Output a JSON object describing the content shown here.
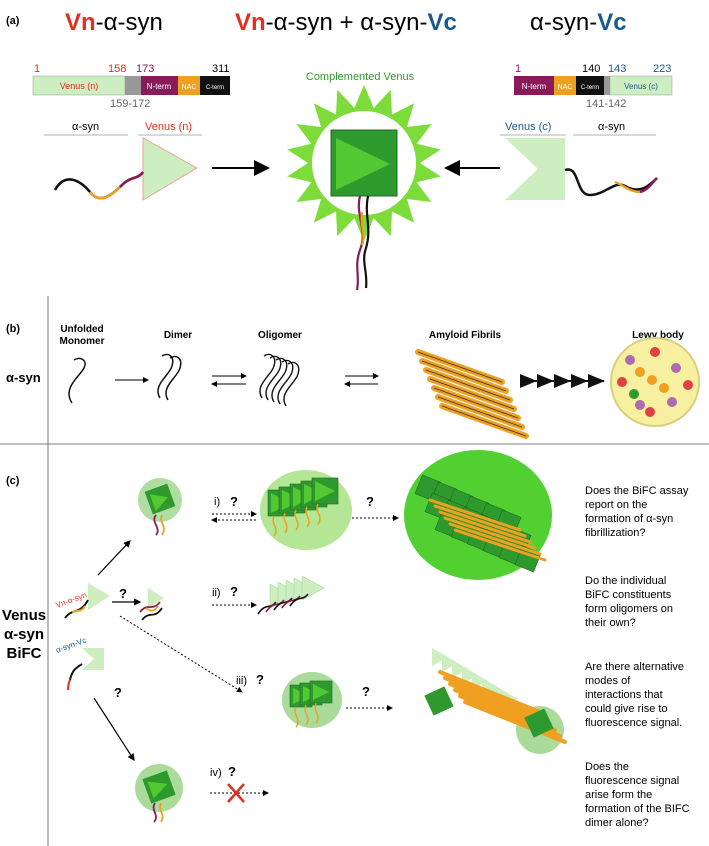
{
  "panel_a": {
    "label": "(a)",
    "title_left_prefix": "Vn",
    "title_left_suffix": "-α-syn",
    "title_mid_prefix": "Vn",
    "title_mid_middle": "-α-syn + α-syn-",
    "title_mid_suffix": "Vc",
    "title_right_prefix": "α-syn-",
    "title_right_suffix": "Vc",
    "left_construct": {
      "n1": "1",
      "n158": "158",
      "n173": "173",
      "n311": "311",
      "seg_venus": "Venus (n)",
      "seg_nterm": "N-term",
      "seg_nac": "NAC",
      "seg_cterm": "C-term",
      "linker": "159-172"
    },
    "right_construct": {
      "n1": "1",
      "n140": "140",
      "n143": "143",
      "n223": "223",
      "seg_nterm": "N-term",
      "seg_nac": "NAC",
      "seg_cterm": "C-term",
      "seg_venus": "Venus (c)",
      "linker": "141-142"
    },
    "left_labels": {
      "asyn": "α-syn",
      "venus": "Venus (n)"
    },
    "right_labels": {
      "venus": "Venus (c)",
      "asyn": "α-syn"
    },
    "complemented": "Complemented Venus"
  },
  "panel_b": {
    "label": "(b)",
    "row_label": "α-syn",
    "stages": [
      "Unfolded\nMonomer",
      "Dimer",
      "Oligomer",
      "Amyloid Fibrils",
      "Lewy body"
    ]
  },
  "panel_c": {
    "label": "(c)",
    "side_label": [
      "Venus",
      "α-syn",
      "BiFC"
    ],
    "vn_label": "Vn-α-syn",
    "vc_label": "α-syn-Vc",
    "q": "?",
    "route_i": "i)",
    "route_ii": "ii)",
    "route_iii": "iii)",
    "route_iv": "iv)",
    "questions": [
      [
        "Does the BiFC assay",
        "report on the",
        "formation of α-syn",
        "fibrillization?"
      ],
      [
        "Do the individual",
        "BiFC constituents",
        "form oligomers on",
        "their own?"
      ],
      [
        "Are there alternative",
        "modes of",
        "interactions that",
        "could give rise to",
        "fluorescence signal."
      ],
      [
        "Does the",
        "fluorescence signal",
        "arise form the",
        "formation of the BIFC",
        "dimer alone?"
      ]
    ]
  },
  "colors": {
    "red": "#e0301e",
    "blue": "#1a5a8a",
    "venus_light": "#cdeec1",
    "purple": "#8a1a5a",
    "orange": "#f0a020",
    "green_bright": "#7ddc3a",
    "green_dark": "#2e9a2e"
  }
}
